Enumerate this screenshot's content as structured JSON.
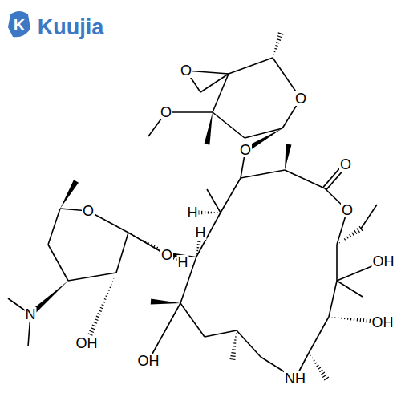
{
  "diagram": {
    "labels": [
      "K",
      "Kuujia",
      "O",
      "O",
      "O",
      "O",
      "O",
      "O",
      "H",
      "O",
      "H",
      "O",
      "H",
      "OH",
      "N",
      "OH",
      "OH",
      "OH",
      "NH"
    ]
  }
}
